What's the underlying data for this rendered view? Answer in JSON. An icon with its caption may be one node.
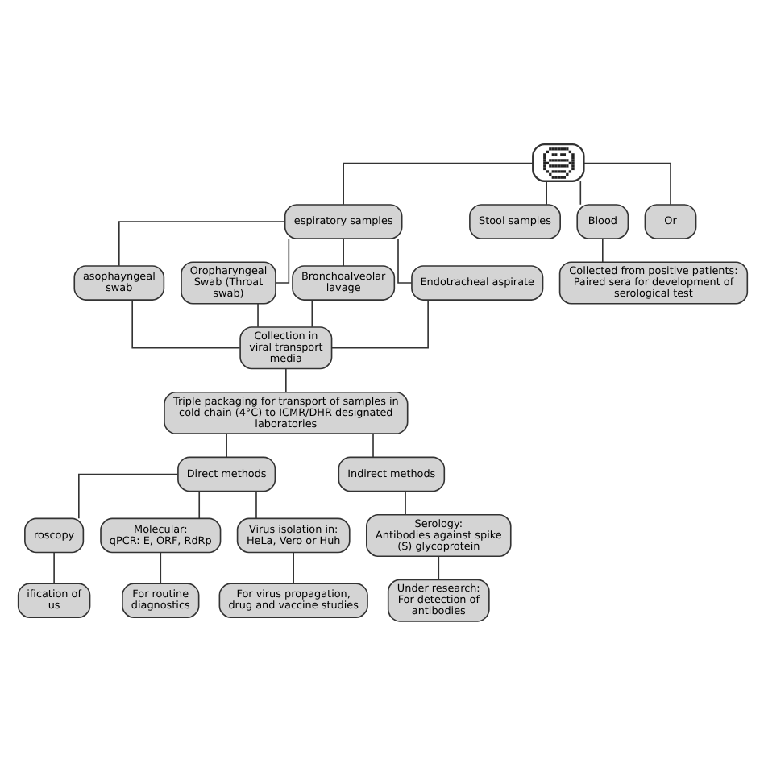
{
  "diagram": {
    "nodes": [
      {
        "text": [],
        "shape": "picture"
      },
      {
        "text": [
          "espiratory samples"
        ]
      },
      {
        "text": [
          "Stool samples"
        ]
      },
      {
        "text": [
          "Blood"
        ]
      },
      {
        "text": [
          "Or"
        ]
      },
      {
        "text": [
          "Collected from positive patients: Paired sera for development of serological test"
        ]
      },
      {
        "text": [
          "asophayngeal swab"
        ]
      },
      {
        "text": [
          "Oropharyngeal Swab (Throat swab)"
        ]
      },
      {
        "text": [
          "Bronchoalveolar lavage"
        ]
      },
      {
        "text": [
          "Endotracheal aspirate"
        ]
      },
      {
        "text": [
          "Collection in viral transport media"
        ]
      },
      {
        "text": [
          "Triple packaging for transport of samples in cold chain (4°C) to ICMR/DHR designated laboratories"
        ]
      },
      {
        "text": [
          "Direct methods"
        ]
      },
      {
        "text": [
          "Indirect methods"
        ]
      },
      {
        "text": [
          "roscopy"
        ]
      },
      {
        "text": [
          "Molecular:",
          "qPCR: E, ORF, RdRp"
        ]
      },
      {
        "text": [
          "Virus isolation in:",
          "HeLa, Vero or Huh"
        ]
      },
      {
        "text": [
          "Serology:",
          "Antibodies against spike (S) glycoprotein"
        ]
      },
      {
        "text": [
          "ification of us"
        ]
      },
      {
        "text": [
          "For routine diagnostics"
        ]
      },
      {
        "text": [
          "For virus propagation, drug and vaccine studies"
        ]
      },
      {
        "text": [
          "Under research:",
          "For detection of antibodies"
        ]
      }
    ],
    "edges": [
      {
        "from": 0,
        "to": 1,
        "arrow": "none"
      },
      {
        "from": 0,
        "to": 2,
        "arrow": "none"
      },
      {
        "from": 0,
        "to": 3,
        "arrow": "none"
      },
      {
        "from": 0,
        "to": 4,
        "arrow": "none"
      },
      {
        "from": 3,
        "to": 5,
        "arrow": "none"
      },
      {
        "from": 1,
        "to": 6,
        "arrow": "none"
      },
      {
        "from": 1,
        "to": 7,
        "arrow": "none"
      },
      {
        "from": 1,
        "to": 8,
        "arrow": "none"
      },
      {
        "from": 1,
        "to": 9,
        "arrow": "none"
      },
      {
        "from": 6,
        "to": 10,
        "arrow": "none"
      },
      {
        "from": 7,
        "to": 10,
        "arrow": "none"
      },
      {
        "from": 8,
        "to": 10,
        "arrow": "none"
      },
      {
        "from": 9,
        "to": 10,
        "arrow": "none"
      },
      {
        "from": 10,
        "to": 11,
        "arrow": "none"
      },
      {
        "from": 11,
        "to": 12,
        "arrow": "none"
      },
      {
        "from": 11,
        "to": 13,
        "arrow": "none"
      },
      {
        "from": 12,
        "to": 14,
        "arrow": "none"
      },
      {
        "from": 12,
        "to": 15,
        "arrow": "none"
      },
      {
        "from": 12,
        "to": 16,
        "arrow": "none"
      },
      {
        "from": 13,
        "to": 17,
        "arrow": "none"
      },
      {
        "from": 14,
        "to": 18,
        "arrow": "none"
      },
      {
        "from": 15,
        "to": 19,
        "arrow": "none"
      },
      {
        "from": 16,
        "to": 20,
        "arrow": "none"
      },
      {
        "from": 17,
        "to": 21,
        "arrow": "none"
      }
    ]
  }
}
